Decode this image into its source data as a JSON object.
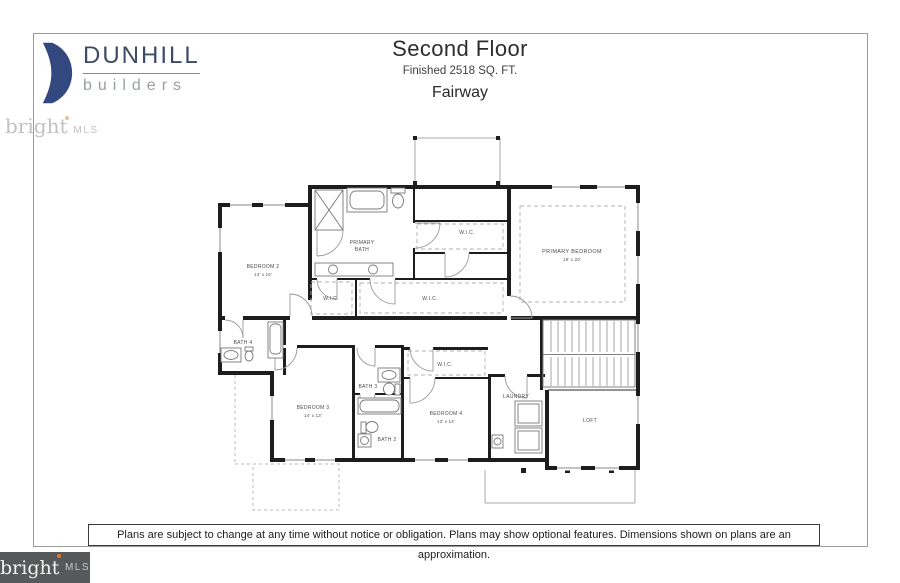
{
  "logo": {
    "name": "DUNHILL",
    "tagline": "builders"
  },
  "header": {
    "title": "Second Floor",
    "subtitle": "Finished 2518 SQ. FT.",
    "community": "Fairway"
  },
  "watermark": {
    "brand": "bright",
    "suffix": "MLS"
  },
  "plan": {
    "rooms": {
      "bedroom2": {
        "name": "BEDROOM 2",
        "dims": "14' x 15'"
      },
      "primary_bath": {
        "line1": "PRIMARY",
        "line2": "BATH"
      },
      "primary_bedroom": {
        "name": "PRIMARY BEDROOM",
        "dims": "19' x 20'"
      },
      "wic": {
        "label": "W.I.C."
      },
      "bath4": {
        "name": "BATH 4"
      },
      "bath3": {
        "name": "BATH 3"
      },
      "bath2": {
        "name": "BATH 2"
      },
      "bedroom3": {
        "name": "BEDROOM 3",
        "dims": "14' x 13'"
      },
      "bedroom4": {
        "name": "BEDROOM 4",
        "dims": "13' x 14'"
      },
      "laundry": {
        "name": "LAUNDRY"
      },
      "loft": {
        "name": "LOFT"
      }
    }
  },
  "footer": {
    "disclaimer": "Plans are subject to change at any time without notice or obligation. Plans may show optional features. Dimensions shown on plans are an approximation."
  },
  "colors": {
    "wall": "#1D1D1D",
    "logo_navy": "#33487E",
    "accent_orange": "#E07B28",
    "watermark_bg": "#57585A"
  }
}
